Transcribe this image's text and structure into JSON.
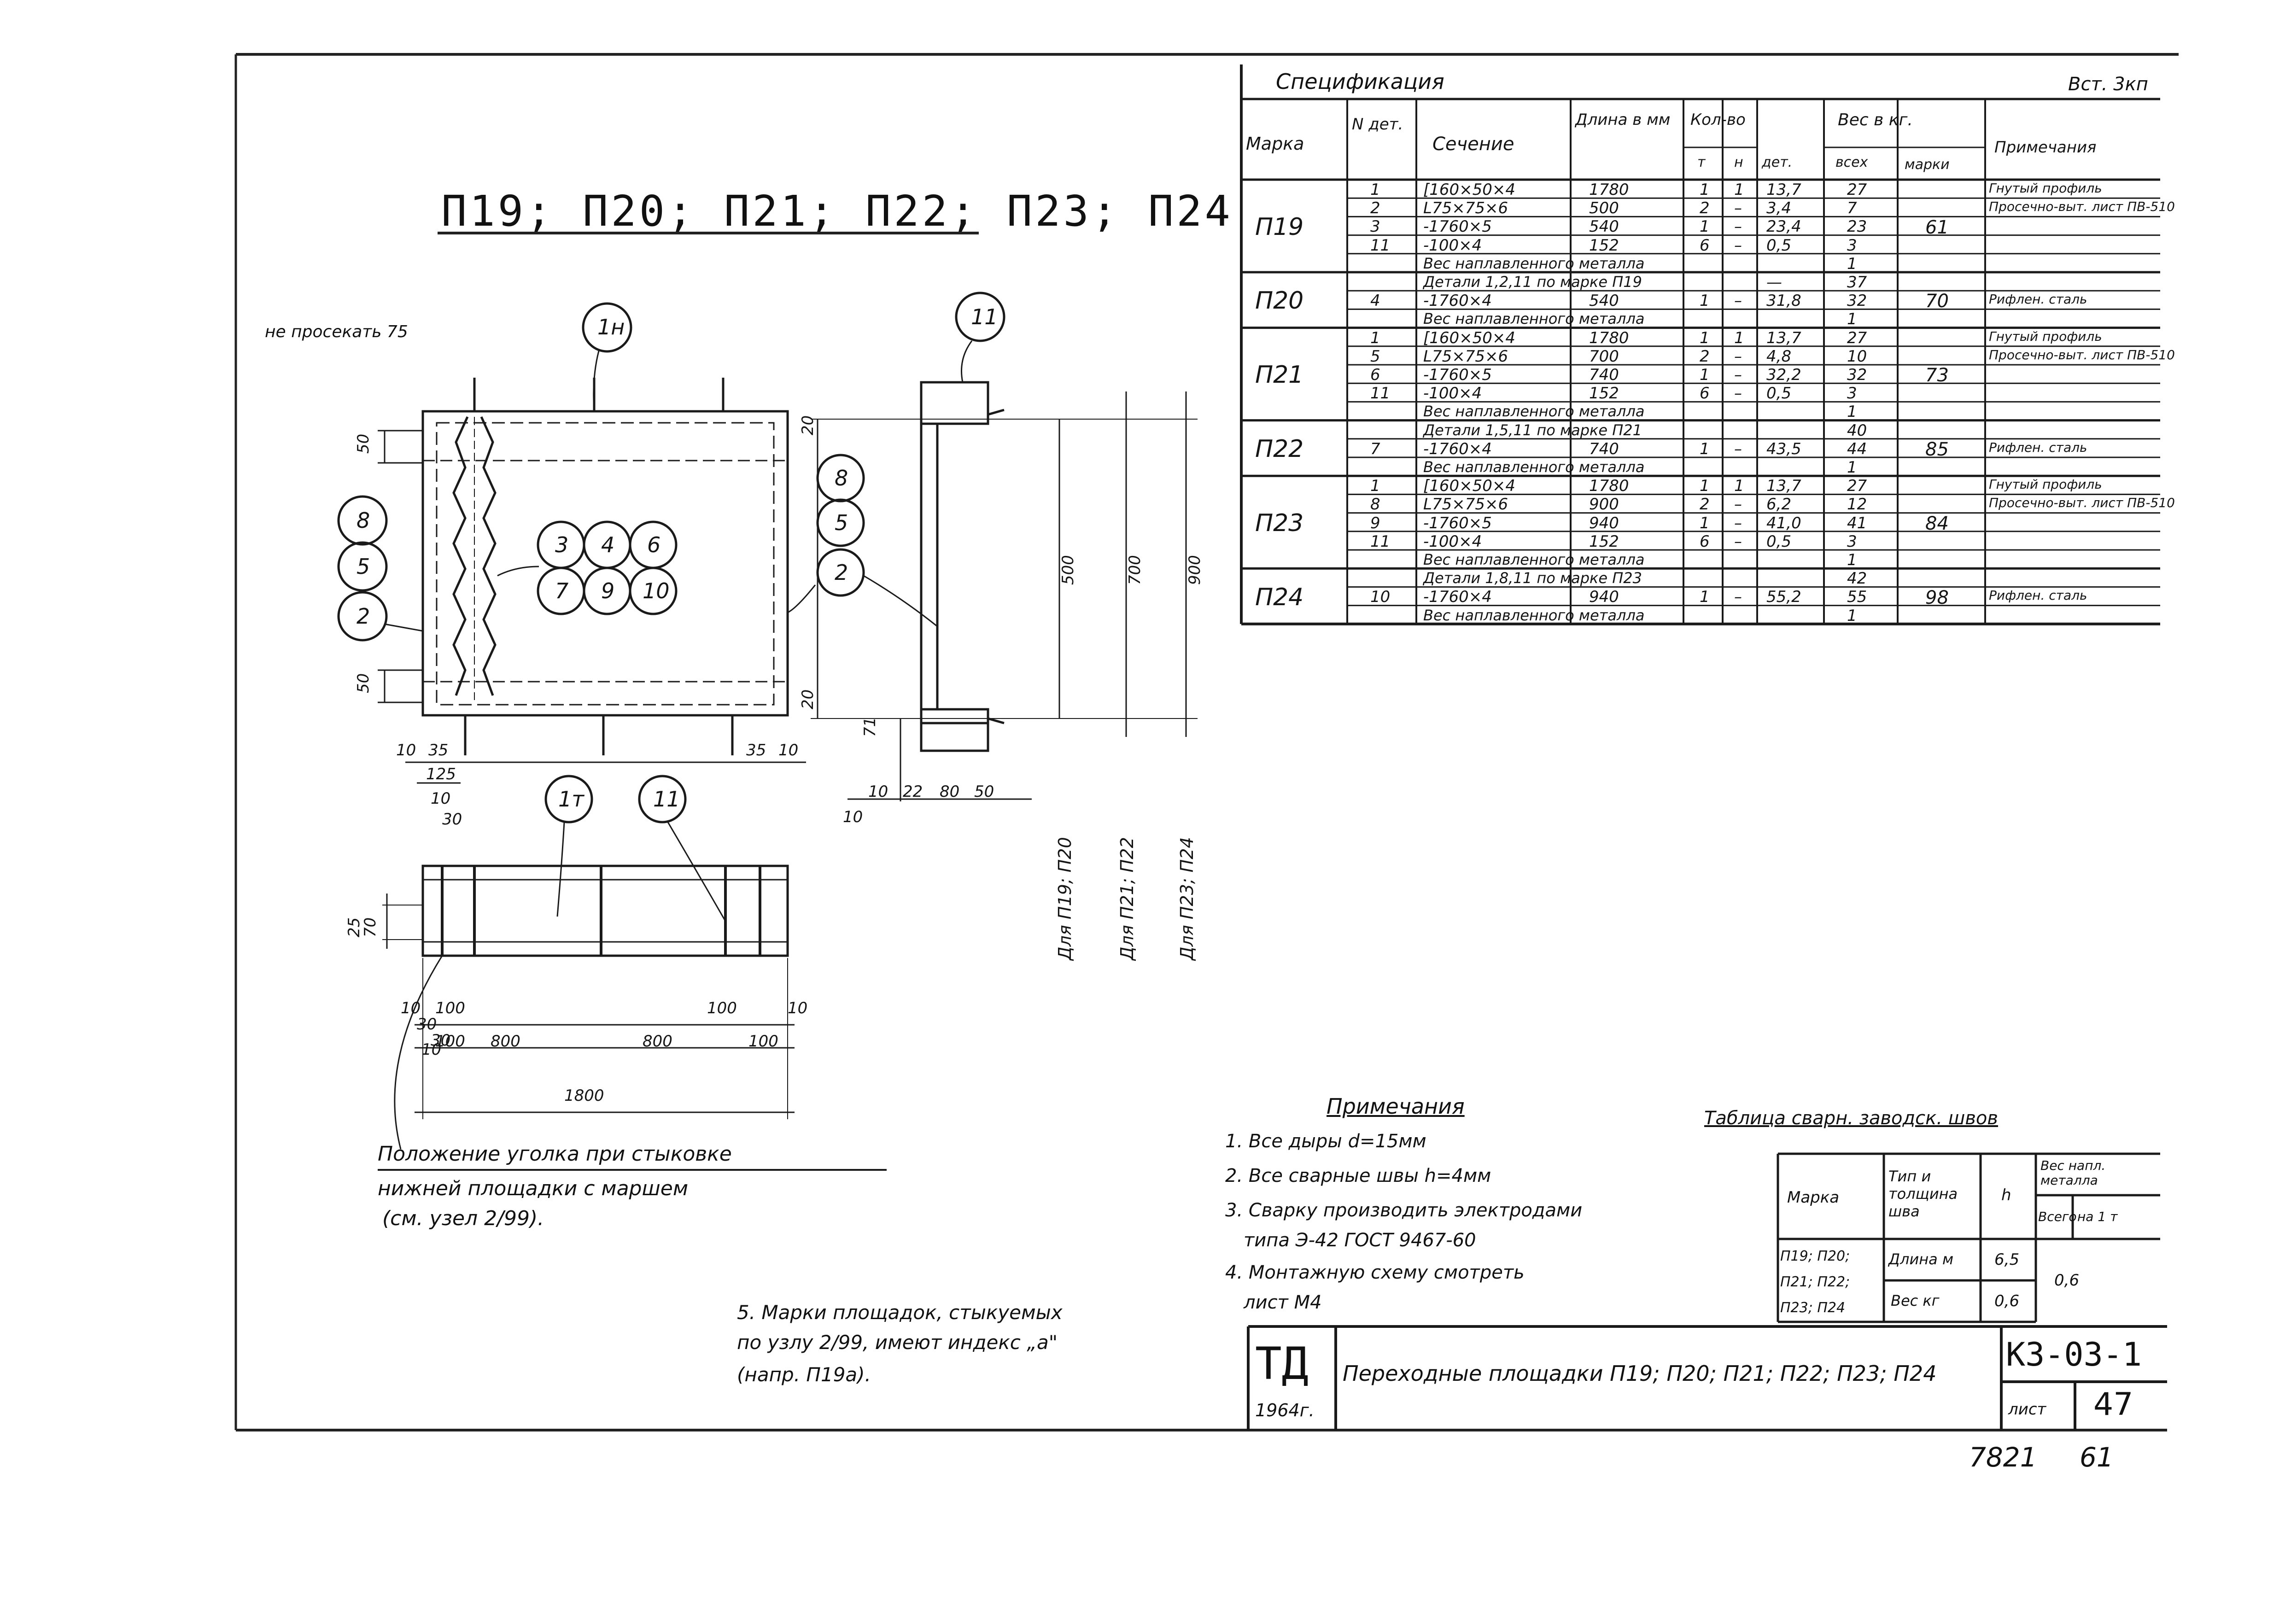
{
  "sheet": {
    "drawing_title": "П19; П20; П21; П22; П23; П24",
    "corner_note": "Вст. 3кп",
    "spec_title": "Спецификация",
    "no_cut_note": "не просекать 75"
  },
  "spec": {
    "headers": {
      "marka": "Марка",
      "n_det": "N дет.",
      "section": "Сечение",
      "length": "Длина в мм",
      "qty": "Кол-во",
      "qty_t": "т",
      "qty_n": "н",
      "weight": "Вес в кг.",
      "w_det": "дет.",
      "w_all": "всех",
      "w_mark": "марки",
      "note": "Примечания"
    },
    "rows": [
      {
        "mark": "П19",
        "det": "1",
        "section": "[160×50×4",
        "length": "1780",
        "t": "1",
        "n": "1",
        "wdet": "13,7",
        "wall": "27",
        "note": "Гнутый профиль"
      },
      {
        "mark": "",
        "det": "2",
        "section": "L75×75×6",
        "length": "500",
        "t": "2",
        "n": "–",
        "wdet": "3,4",
        "wall": "7",
        "note": "Просечно-выт. лист ПВ-510"
      },
      {
        "mark": "",
        "det": "3",
        "section": "-1760×5",
        "length": "540",
        "t": "1",
        "n": "–",
        "wdet": "23,4",
        "wall": "23",
        "note": ""
      },
      {
        "mark": "",
        "det": "11",
        "section": "-100×4",
        "length": "152",
        "t": "6",
        "n": "–",
        "wdet": "0,5",
        "wall": "3",
        "note": ""
      },
      {
        "mark": "",
        "det": "",
        "section": "Вес наплавленного металла",
        "length": "",
        "t": "",
        "n": "",
        "wdet": "",
        "wall": "1",
        "note": ""
      },
      {
        "mark": "П20",
        "det": "",
        "section": "Детали 1,2,11 по марке П19",
        "length": "",
        "t": "",
        "n": "",
        "wdet": "—",
        "wall": "37",
        "note": ""
      },
      {
        "mark": "",
        "det": "4",
        "section": "-1760×4",
        "length": "540",
        "t": "1",
        "n": "–",
        "wdet": "31,8",
        "wall": "32",
        "note": "Рифлен. сталь"
      },
      {
        "mark": "",
        "det": "",
        "section": "Вес наплавленного металла",
        "length": "",
        "t": "",
        "n": "",
        "wdet": "",
        "wall": "1",
        "note": ""
      },
      {
        "mark": "П21",
        "det": "1",
        "section": "[160×50×4",
        "length": "1780",
        "t": "1",
        "n": "1",
        "wdet": "13,7",
        "wall": "27",
        "note": "Гнутый профиль"
      },
      {
        "mark": "",
        "det": "5",
        "section": "L75×75×6",
        "length": "700",
        "t": "2",
        "n": "–",
        "wdet": "4,8",
        "wall": "10",
        "note": "Просечно-выт. лист ПВ-510"
      },
      {
        "mark": "",
        "det": "6",
        "section": "-1760×5",
        "length": "740",
        "t": "1",
        "n": "–",
        "wdet": "32,2",
        "wall": "32",
        "note": ""
      },
      {
        "mark": "",
        "det": "11",
        "section": "-100×4",
        "length": "152",
        "t": "6",
        "n": "–",
        "wdet": "0,5",
        "wall": "3",
        "note": ""
      },
      {
        "mark": "",
        "det": "",
        "section": "Вес наплавленного металла",
        "length": "",
        "t": "",
        "n": "",
        "wdet": "",
        "wall": "1",
        "note": ""
      },
      {
        "mark": "П22",
        "det": "",
        "section": "Детали 1,5,11 по марке П21",
        "length": "",
        "t": "",
        "n": "",
        "wdet": "",
        "wall": "40",
        "note": ""
      },
      {
        "mark": "",
        "det": "7",
        "section": "-1760×4",
        "length": "740",
        "t": "1",
        "n": "–",
        "wdet": "43,5",
        "wall": "44",
        "note": "Рифлен. сталь"
      },
      {
        "mark": "",
        "det": "",
        "section": "Вес наплавленного металла",
        "length": "",
        "t": "",
        "n": "",
        "wdet": "",
        "wall": "1",
        "note": ""
      },
      {
        "mark": "П23",
        "det": "1",
        "section": "[160×50×4",
        "length": "1780",
        "t": "1",
        "n": "1",
        "wdet": "13,7",
        "wall": "27",
        "note": "Гнутый профиль"
      },
      {
        "mark": "",
        "det": "8",
        "section": "L75×75×6",
        "length": "900",
        "t": "2",
        "n": "–",
        "wdet": "6,2",
        "wall": "12",
        "note": "Просечно-выт. лист ПВ-510"
      },
      {
        "mark": "",
        "det": "9",
        "section": "-1760×5",
        "length": "940",
        "t": "1",
        "n": "–",
        "wdet": "41,0",
        "wall": "41",
        "note": ""
      },
      {
        "mark": "",
        "det": "11",
        "section": "-100×4",
        "length": "152",
        "t": "6",
        "n": "–",
        "wdet": "0,5",
        "wall": "3",
        "note": ""
      },
      {
        "mark": "",
        "det": "",
        "section": "Вес наплавленного металла",
        "length": "",
        "t": "",
        "n": "",
        "wdet": "",
        "wall": "1",
        "note": ""
      },
      {
        "mark": "П24",
        "det": "",
        "section": "Детали 1,8,11 по марке П23",
        "length": "",
        "t": "",
        "n": "",
        "wdet": "",
        "wall": "42",
        "note": ""
      },
      {
        "mark": "",
        "det": "10",
        "section": "-1760×4",
        "length": "940",
        "t": "1",
        "n": "–",
        "wdet": "55,2",
        "wall": "55",
        "note": "Рифлен. сталь"
      },
      {
        "mark": "",
        "det": "",
        "section": "Вес наплавленного металла",
        "length": "",
        "t": "",
        "n": "",
        "wdet": "",
        "wall": "1",
        "note": ""
      }
    ],
    "mark_totals": [
      {
        "mark": "П19",
        "total": "61"
      },
      {
        "mark": "П20",
        "total": "70"
      },
      {
        "mark": "П21",
        "total": "73"
      },
      {
        "mark": "П22",
        "total": "85"
      },
      {
        "mark": "П23",
        "total": "84"
      },
      {
        "mark": "П24",
        "total": "98"
      }
    ]
  },
  "notes": {
    "title": "Примечания",
    "items": [
      "1. Все дыры d=15мм",
      "2. Все сварные швы h=4мм",
      "3. Сварку производить электродами",
      "типа Э-42 ГОСТ 9467-60",
      "4. Монтажную схему смотреть",
      "лист М4"
    ],
    "note5_a": "5. Марки площадок, стыкуемых",
    "note5_b": "по узлу 2/99, имеют индекс „а\"",
    "note5_c": "(напр. П19а)."
  },
  "weld_table": {
    "title": "Таблица сварн. заводск. швов",
    "h_mark": "Марка",
    "h_type": "Тип и толщина шва",
    "h_h": "h",
    "h_metal": "Вес напл. металла",
    "h_total": "Всего",
    "h_per": "на 1 т",
    "marks": "П19; П20; П21; П22; П23; П24",
    "row1_label": "Длина м",
    "row1_val": "6,5",
    "row2_label": "Вес кг",
    "row2_val": "0,6",
    "per_t": "0,6"
  },
  "position_note": {
    "line1": "Положение уголка при стыковке",
    "line2": "нижней площадки с маршем",
    "line3": "(см. узел 2/99)."
  },
  "title_block": {
    "logo": "ТД",
    "year": "1964г.",
    "title": "Переходные площадки П19; П20; П21; П22; П23; П24",
    "code": "К3-03-1",
    "sheet_label": "лист",
    "sheet_no": "47",
    "bottom_left": "7821",
    "bottom_right": "61"
  },
  "drawing": {
    "callouts": [
      "1н",
      "8",
      "5",
      "2",
      "3",
      "4",
      "6",
      "7",
      "9",
      "10",
      "1т",
      "11",
      "11",
      "8",
      "5",
      "2"
    ],
    "plan_dims": [
      "50",
      "50",
      "10",
      "35",
      "125",
      "35",
      "10"
    ],
    "section_dims": [
      "20",
      "500",
      "700",
      "900",
      "20",
      "71",
      "10",
      "22",
      "80",
      "50",
      "10"
    ],
    "span_labels": [
      "Для П19; П20",
      "Для П21; П22",
      "Для П23; П24"
    ],
    "elev_dims": [
      "10",
      "30",
      "25",
      "70",
      "10",
      "30",
      "100",
      "100",
      "10",
      "30",
      "100",
      "800",
      "800",
      "100",
      "1800"
    ]
  }
}
